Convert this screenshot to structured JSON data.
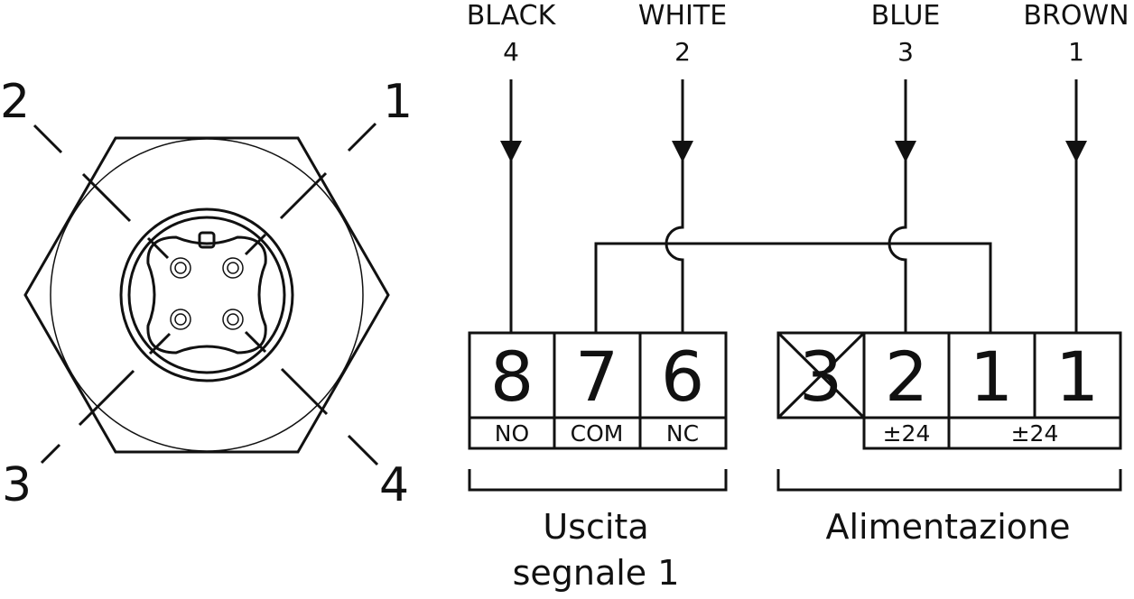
{
  "connector": {
    "pin_labels": [
      "1",
      "2",
      "3",
      "4"
    ]
  },
  "wires": [
    {
      "color": "BLACK",
      "number": "4"
    },
    {
      "color": "WHITE",
      "number": "2"
    },
    {
      "color": "BLUE",
      "number": "3"
    },
    {
      "color": "BROWN",
      "number": "1"
    }
  ],
  "output_block": {
    "terminals": [
      {
        "number": "8",
        "label": "NO"
      },
      {
        "number": "7",
        "label": "COM"
      },
      {
        "number": "6",
        "label": "NC"
      }
    ],
    "title_line1": "Uscita",
    "title_line2": "segnale 1"
  },
  "power_block": {
    "terminals": [
      {
        "number": "3",
        "crossed": true
      },
      {
        "number": "2"
      },
      {
        "number": "1"
      },
      {
        "number": "1"
      }
    ],
    "labels": [
      "±24",
      "±24"
    ],
    "title": "Alimentazione"
  }
}
